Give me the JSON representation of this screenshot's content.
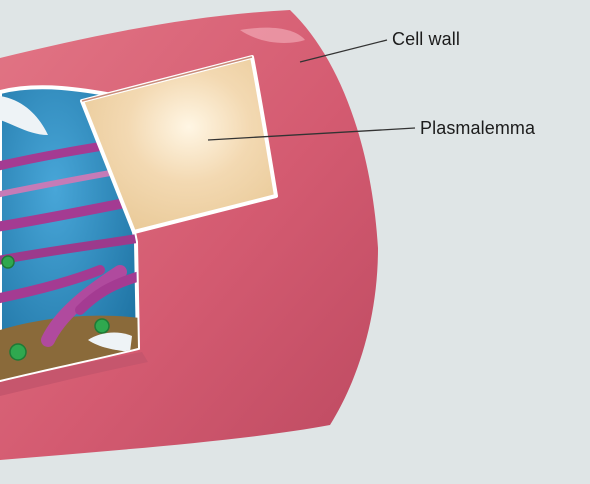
{
  "labels": {
    "cell_wall": "Cell wall",
    "plasmalemma": "Plasmalemma"
  },
  "colors": {
    "background": "#dfe5e6",
    "cell_wall": "#d45b71",
    "plasmalemma": "#f2d7ae",
    "cytoplasm": "#2a86b8",
    "strands": "#a43b92",
    "organelles": "#2fa84f",
    "leader_line": "#333333"
  },
  "structures": [
    "cell-wall",
    "plasmalemma",
    "cytoplasm",
    "cytoplasmic-strands",
    "organelles"
  ]
}
